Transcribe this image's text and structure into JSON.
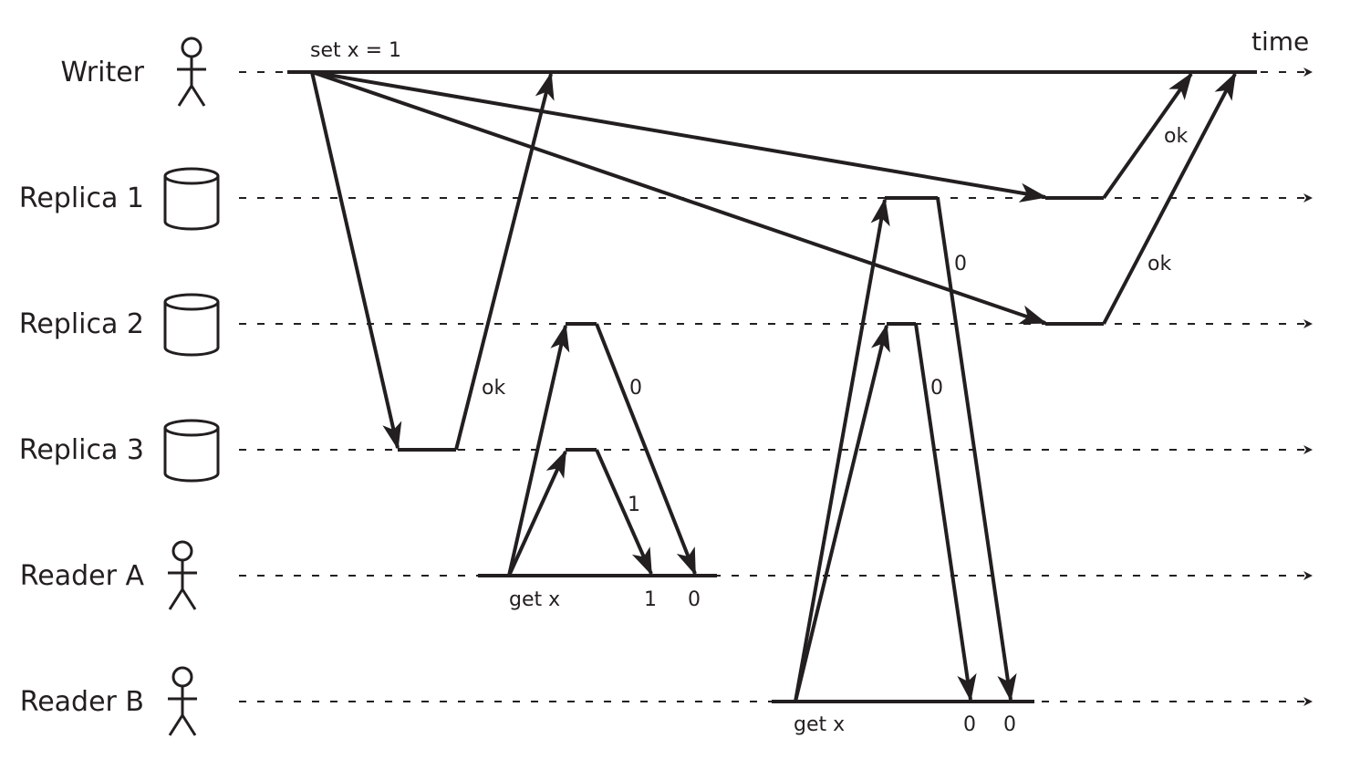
{
  "time_label": "time",
  "rows": [
    {
      "label": "Writer",
      "icon": "person-icon"
    },
    {
      "label": "Replica 1",
      "icon": "database-icon"
    },
    {
      "label": "Replica 2",
      "icon": "database-icon"
    },
    {
      "label": "Replica 3",
      "icon": "database-icon"
    },
    {
      "label": "Reader A",
      "icon": "person-icon"
    },
    {
      "label": "Reader B",
      "icon": "person-icon"
    }
  ],
  "labels": {
    "writer_request": "set x = 1",
    "r3_ok": "ok",
    "r1_ok": "ok",
    "r2_ok": "ok",
    "readerA_request": "get x",
    "readerA_r2_value": "0",
    "readerA_r3_value": "1",
    "readerA_result_1": "1",
    "readerA_result_2": "0",
    "readerB_request": "get x",
    "readerB_r1_value": "0",
    "readerB_r2_value": "0",
    "readerB_result_1": "0",
    "readerB_result_2": "0"
  },
  "colors": {
    "ink": "#231f20",
    "background": "#ffffff"
  }
}
